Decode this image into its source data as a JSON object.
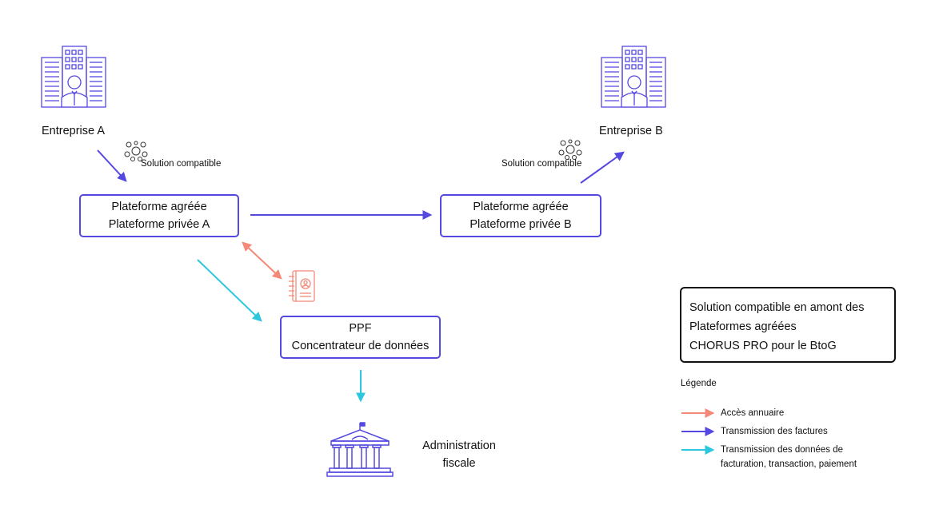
{
  "entreprise_a": {
    "label": "Entreprise A",
    "icon": "office-building-icon"
  },
  "entreprise_b": {
    "label": "Entreprise B",
    "icon": "office-building-icon"
  },
  "solution_a": {
    "label": "Solution compatible",
    "icon": "network-people-icon"
  },
  "solution_b": {
    "label": "Solution compatible",
    "icon": "network-people-icon"
  },
  "plateforme_a": {
    "line1": "Plateforme agréée",
    "line2": "Plateforme privée A"
  },
  "plateforme_b": {
    "line1": "Plateforme agréée",
    "line2": "Plateforme privée B"
  },
  "ppf": {
    "line1": "PPF",
    "line2": "Concentrateur de données"
  },
  "annuaire": {
    "icon": "address-book-icon"
  },
  "administration": {
    "line1": "Administration",
    "line2": "fiscale",
    "icon": "government-building-icon"
  },
  "note": {
    "line1": "Solution compatible en amont des",
    "line2": "Plateformes agréées",
    "line3": "CHORUS PRO pour le BtoG"
  },
  "legend": {
    "title": "Légende",
    "items": [
      {
        "label": "Accès annuaire",
        "color": "#f4897a"
      },
      {
        "label": "Transmission des factures",
        "color": "#5548e0"
      },
      {
        "label_line1": "Transmission des données de",
        "label_line2": "facturation, transaction, paiement",
        "color": "#2cc7df"
      }
    ]
  },
  "colors": {
    "purple": "#5548e0",
    "salmon": "#f4897a",
    "cyan": "#2cc7df"
  }
}
